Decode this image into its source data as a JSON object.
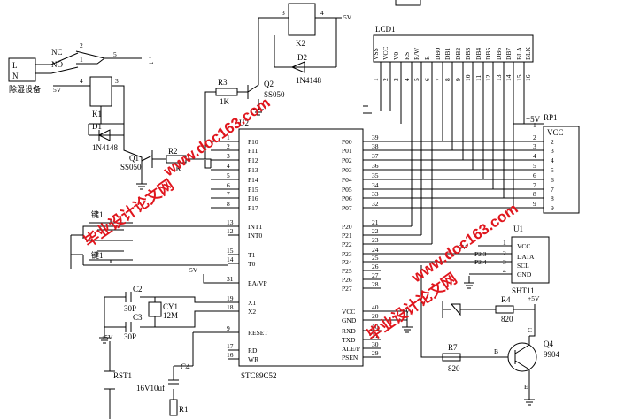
{
  "mcu": {
    "name": "STC89C52",
    "ref": "U2",
    "left_pins": [
      {
        "num": "1",
        "name": "P10"
      },
      {
        "num": "2",
        "name": "P11"
      },
      {
        "num": "3",
        "name": "P12"
      },
      {
        "num": "4",
        "name": "P13"
      },
      {
        "num": "5",
        "name": "P14"
      },
      {
        "num": "6",
        "name": "P15"
      },
      {
        "num": "7",
        "name": "P16"
      },
      {
        "num": "8",
        "name": "P17"
      },
      {
        "num": "13",
        "name": "INT1"
      },
      {
        "num": "12",
        "name": "INT0"
      },
      {
        "num": "15",
        "name": "T1"
      },
      {
        "num": "14",
        "name": "T0"
      },
      {
        "num": "31",
        "name": "EA/VP"
      },
      {
        "num": "19",
        "name": "X1"
      },
      {
        "num": "18",
        "name": "X2"
      },
      {
        "num": "9",
        "name": "RESET"
      },
      {
        "num": "17",
        "name": "RD"
      },
      {
        "num": "16",
        "name": "WR"
      }
    ],
    "right_pins": [
      {
        "num": "39",
        "name": "P00"
      },
      {
        "num": "38",
        "name": "P01"
      },
      {
        "num": "37",
        "name": "P02"
      },
      {
        "num": "36",
        "name": "P03"
      },
      {
        "num": "35",
        "name": "P04"
      },
      {
        "num": "34",
        "name": "P05"
      },
      {
        "num": "33",
        "name": "P06"
      },
      {
        "num": "32",
        "name": "P07"
      },
      {
        "num": "21",
        "name": "P20"
      },
      {
        "num": "22",
        "name": "P21"
      },
      {
        "num": "23",
        "name": "P22"
      },
      {
        "num": "24",
        "name": "P23"
      },
      {
        "num": "25",
        "name": "P24"
      },
      {
        "num": "26",
        "name": "P25"
      },
      {
        "num": "27",
        "name": "P26"
      },
      {
        "num": "28",
        "name": "P27"
      },
      {
        "num": "40",
        "name": "VCC"
      },
      {
        "num": "20",
        "name": "GND"
      },
      {
        "num": "10",
        "name": "RXD"
      },
      {
        "num": "11",
        "name": "TXD"
      },
      {
        "num": "30",
        "name": "ALE/P"
      },
      {
        "num": "29",
        "name": "PSEN"
      }
    ]
  },
  "lcd": {
    "ref": "LCD1",
    "pins": [
      "VSS",
      "VCC",
      "V0",
      "RS",
      "R/W",
      "E",
      "DB0",
      "DB1",
      "DB2",
      "DB3",
      "DB4",
      "DB5",
      "DB6",
      "DB7",
      "BLA",
      "BLK"
    ],
    "pin_nums": [
      "1",
      "2",
      "3",
      "4",
      "5",
      "6",
      "7",
      "8",
      "9",
      "10",
      "11",
      "12",
      "13",
      "14",
      "15",
      "16"
    ]
  },
  "rp1": {
    "ref": "RP1",
    "vcc": "VCC",
    "nums": [
      "1",
      "2",
      "3",
      "4",
      "5",
      "6",
      "7",
      "8",
      "9"
    ],
    "vcc_label": "+5V"
  },
  "sensor": {
    "ref": "U1",
    "name": "SHT11",
    "pins": [
      "VCC",
      "DATA",
      "SCL",
      "GND"
    ],
    "nums": [
      "1",
      "2",
      "3",
      "4"
    ],
    "net1": "P2.3",
    "net2": "P2.4",
    "supply": "5V"
  },
  "relay1": {
    "ref": "K1",
    "nc": "NC",
    "no": "NO",
    "l": "L",
    "n": "N",
    "load": "除湿设备",
    "pin1": "1",
    "pin2": "2",
    "pin3": "3",
    "pin4": "4",
    "pin5": "5",
    "supply": "5V"
  },
  "relay2": {
    "ref": "K2",
    "pin3": "3",
    "pin4": "4",
    "supply": "5V"
  },
  "d1": {
    "ref": "D1",
    "part": "1N4148"
  },
  "d2": {
    "ref": "D2",
    "part": "1N4148"
  },
  "q1": {
    "ref": "Q1",
    "part": "SS050"
  },
  "q2": {
    "ref": "Q2",
    "part": "SS050"
  },
  "q4": {
    "ref": "Q4",
    "part": "9904",
    "b": "B",
    "c": "C",
    "e": "E"
  },
  "r1": {
    "ref": "R1"
  },
  "r2": {
    "ref": "R2",
    "value": "1K"
  },
  "r3": {
    "ref": "R3",
    "value": "1K"
  },
  "r4": {
    "ref": "R4",
    "value": "820",
    "supply": "+5V"
  },
  "r7": {
    "ref": "R7",
    "value": "820"
  },
  "c2": {
    "ref": "C2",
    "value": "30P"
  },
  "c3": {
    "ref": "C3",
    "value": "30P"
  },
  "c4": {
    "ref": "C4",
    "value": "16V10uf"
  },
  "y1": {
    "ref": "CY1",
    "value": "12M"
  },
  "rst": {
    "ref": "RST1",
    "supply": "+5V"
  },
  "keys": {
    "k1": "键1",
    "k2": "键1"
  },
  "ea_supply": "5V",
  "vcc_supply": "5V",
  "watermarks": [
    "毕业设计论文网",
    "www.doc163.com",
    "毕业设计论文网",
    "www.doc163.com"
  ]
}
